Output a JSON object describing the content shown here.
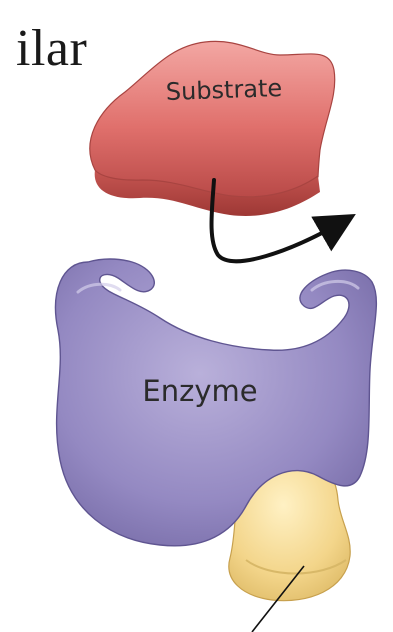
{
  "partial_text": "ilar",
  "substrate": {
    "label": "Substrate",
    "color": "#e0706c"
  },
  "enzyme": {
    "label": "Enzyme",
    "color": "#8a7fb6"
  },
  "active_site_color": "#f3d58a",
  "arrow_color": "#111111"
}
